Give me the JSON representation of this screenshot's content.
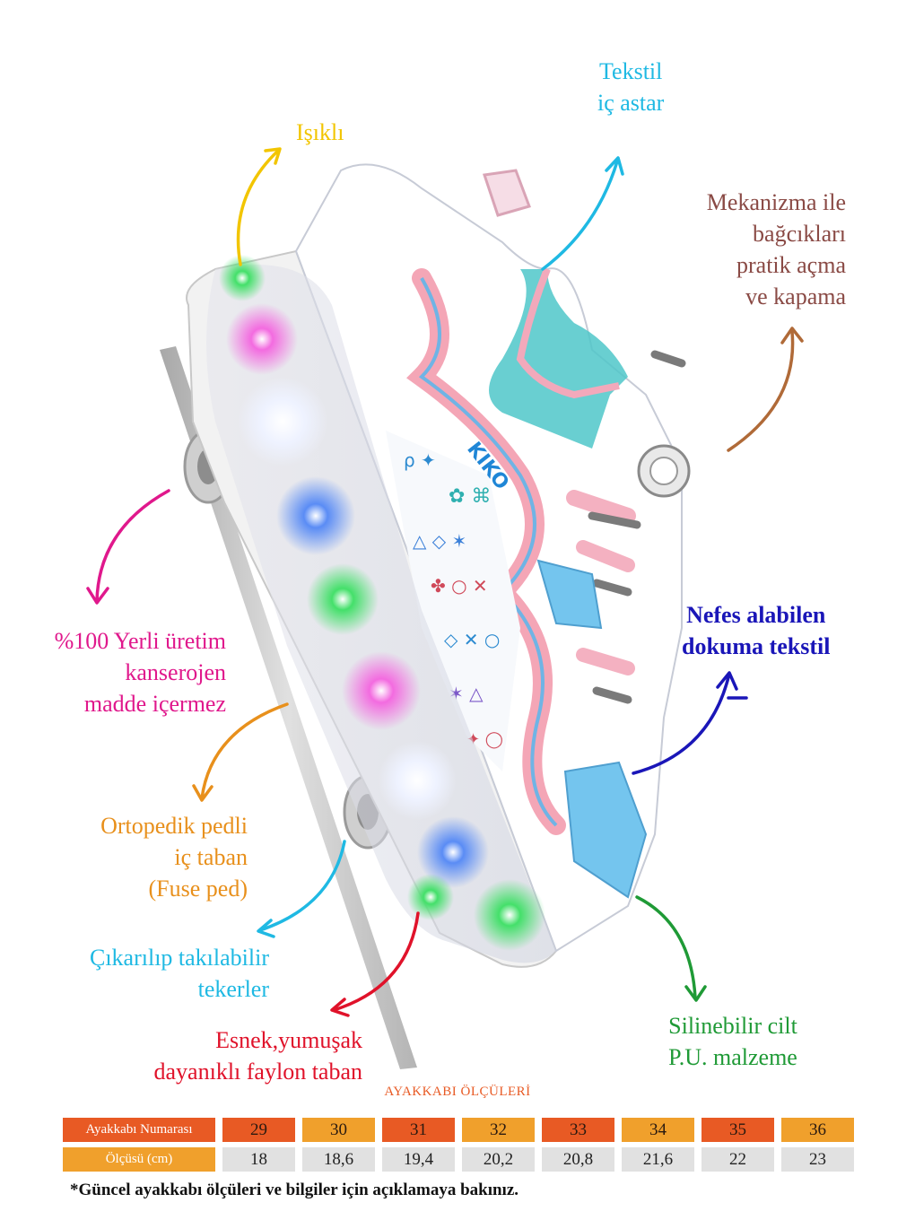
{
  "colors": {
    "yellow": "#f2c500",
    "cyan": "#1fb9e3",
    "brown": "#8a4a45",
    "magenta": "#e0188c",
    "orange": "#e8901c",
    "navy": "#1a16b8",
    "red": "#e0122a",
    "green": "#1f9a36",
    "table_red": "#e85a24",
    "table_orange": "#f0a02c",
    "table_gray": "#e1e1e1"
  },
  "features": {
    "isikli": {
      "lines": [
        "Işıklı"
      ]
    },
    "tekstil": {
      "lines": [
        "Tekstil",
        "iç astar"
      ]
    },
    "mekanizma": {
      "lines": [
        "Mekanizma ile",
        "bağcıkları",
        "pratik açma",
        "ve kapama"
      ]
    },
    "yerli": {
      "lines": [
        "%100 Yerli üretim",
        "kanserojen",
        "madde içermez"
      ]
    },
    "nefes": {
      "lines": [
        "Nefes alabilen",
        "dokuma tekstil"
      ]
    },
    "ortopedik": {
      "lines": [
        "Ortopedik pedli",
        "iç taban",
        "(Fuse ped)"
      ]
    },
    "tekerler": {
      "lines": [
        "Çıkarılıp takılabilir",
        "tekerler"
      ]
    },
    "esnek": {
      "lines": [
        "Esnek,yumuşak",
        "dayanıklı faylon taban"
      ]
    },
    "silinebilir": {
      "lines": [
        "Silinebilir cilt",
        "P.U. malzeme"
      ]
    }
  },
  "brand_on_shoe": "KIKO",
  "size_table": {
    "title": "AYAKKABI ÖLÇÜLERİ",
    "row1_label": "Ayakkabı Numarası",
    "row2_label": "Ölçüsü (cm)",
    "sizes": [
      "29",
      "30",
      "31",
      "32",
      "33",
      "34",
      "35",
      "36"
    ],
    "lengths": [
      "18",
      "18,6",
      "19,4",
      "20,2",
      "20,8",
      "21,6",
      "22",
      "23"
    ]
  },
  "footnote": "*Güncel ayakkabı ölçüleri ve bilgiler için açıklamaya bakınız."
}
